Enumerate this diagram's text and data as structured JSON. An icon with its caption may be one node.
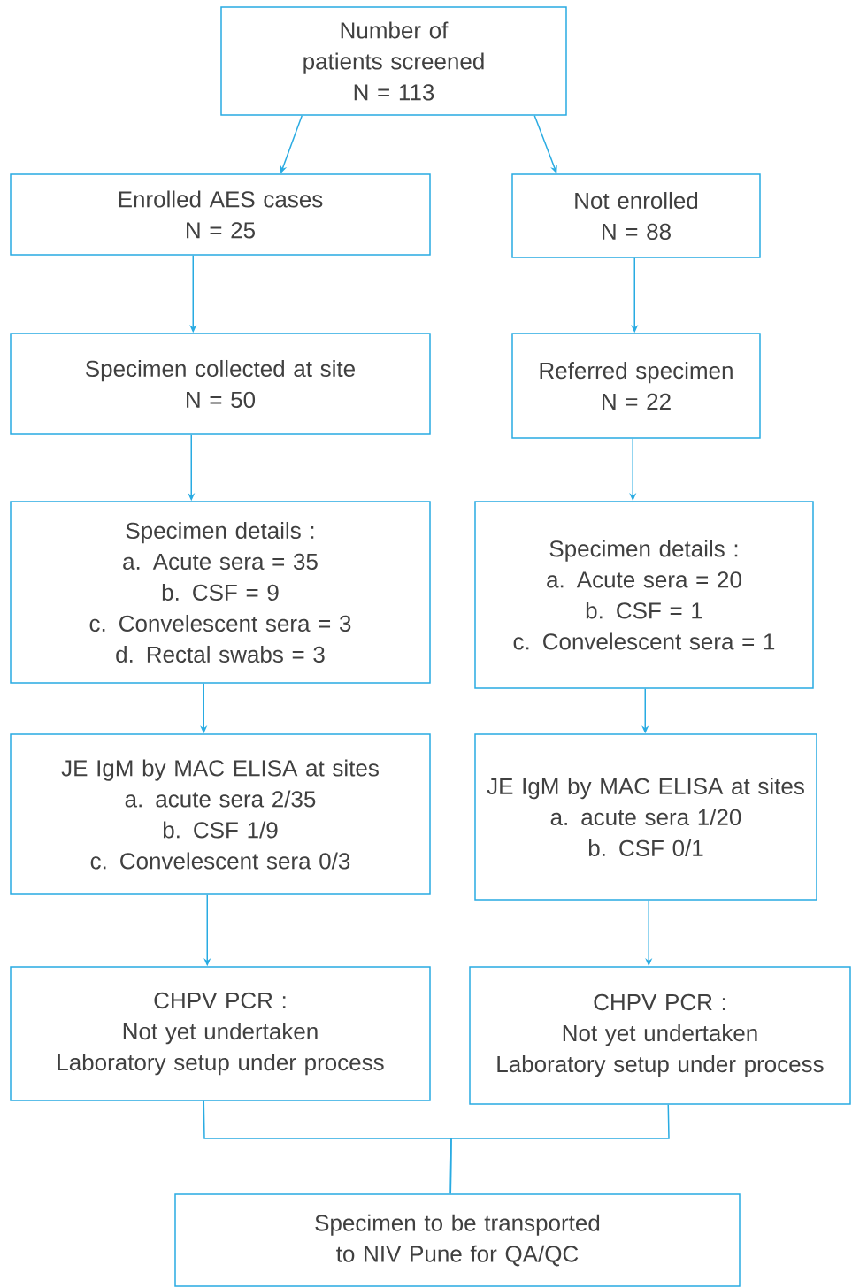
{
  "diagram": {
    "nodes": [
      {
        "text": [
          "Number of patients screened",
          "N = 113"
        ]
      },
      {
        "text": [
          "Enrolled AES cases",
          "N = 25"
        ]
      },
      {
        "text": [
          "Not enrolled",
          "N = 88"
        ]
      },
      {
        "text": [
          "Specimen collected at site",
          "N = 50"
        ]
      },
      {
        "text": [
          "Referred specimen",
          "N = 22"
        ]
      },
      {
        "text": [
          "Specimen details :",
          "a. Acute sera = 35",
          "b. CSF = 9",
          "c. Convelescent sera = 3",
          "d. Rectal swabs = 3"
        ]
      },
      {
        "text": [
          "Specimen details :",
          "a. Acute sera = 20",
          "b. CSF = 1",
          "c. Convelescent sera = 1"
        ]
      },
      {
        "text": [
          "JE IgM by MAC ELISA at sites",
          "a. acute sera 2/35",
          "b. CSF 1/9",
          "c. Convelescent sera 0/3"
        ]
      },
      {
        "text": [
          "JE IgM by MAC ELISA at sites",
          "a. acute sera 1/20",
          "b. CSF 0/1"
        ]
      },
      {
        "text": [
          "CHPV PCR :",
          "Not yet undertaken",
          "Laboratory setup under process"
        ]
      },
      {
        "text": [
          "CHPV PCR :",
          "Not yet undertaken",
          "Laboratory setup under process"
        ]
      },
      {
        "text": [
          "Specimen to be transported to NIV Pune for QA/QC"
        ]
      }
    ],
    "edges": [
      {
        "from": 0,
        "to": 1,
        "arrow": "to"
      },
      {
        "from": 0,
        "to": 2,
        "arrow": "to"
      },
      {
        "from": 1,
        "to": 3,
        "arrow": "to"
      },
      {
        "from": 2,
        "to": 4,
        "arrow": "to"
      },
      {
        "from": 3,
        "to": 5,
        "arrow": "to"
      },
      {
        "from": 4,
        "to": 6,
        "arrow": "to"
      },
      {
        "from": 5,
        "to": 7,
        "arrow": "to"
      },
      {
        "from": 6,
        "to": 8,
        "arrow": "to"
      },
      {
        "from": 7,
        "to": 9,
        "arrow": "to"
      },
      {
        "from": 8,
        "to": 10,
        "arrow": "to"
      },
      {
        "from": 9,
        "to": 11,
        "arrow": "none"
      },
      {
        "from": 10,
        "to": 11,
        "arrow": "none"
      }
    ]
  }
}
